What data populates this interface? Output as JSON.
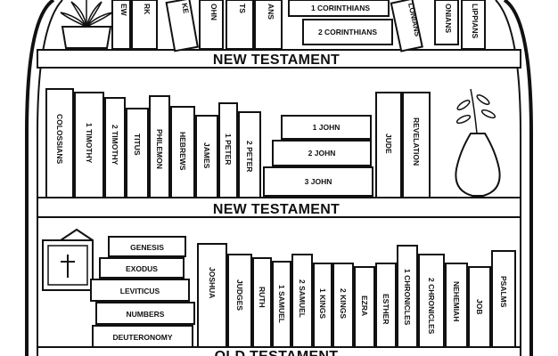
{
  "shelf_labels": {
    "top": "NEW TESTAMENT",
    "middle": "NEW TESTAMENT",
    "bottom": "OLD TESTAMENT"
  },
  "top_row_books": [
    "EW",
    "RK",
    "KE",
    "OHN",
    "TS",
    "ANS",
    "1 CORINTHIANS",
    "2 CORINTHIANS",
    "LONIANS",
    "ONIANS",
    "LIPPIANS"
  ],
  "middle_row_books": [
    "COLOSSIANS",
    "1 TIMOTHY",
    "2 TIMOTHY",
    "TITUS",
    "PHILEMON",
    "HEBREWS",
    "JAMES",
    "1 PETER",
    "2 PETER",
    "1 JOHN",
    "2 JOHN",
    "3 JOHN",
    "JUDE",
    "REVELATION"
  ],
  "bottom_row_books": [
    "GENESIS",
    "EXODUS",
    "LEVITICUS",
    "NUMBERS",
    "DEUTERONOMY",
    "JOSHUA",
    "JUDGES",
    "RUTH",
    "1 SAMUEL",
    "2 SAMUEL",
    "1 KINGS",
    "2 KINGS",
    "EZRA",
    "ESTHER",
    "1 CHRONICLES",
    "2 CHRONICLES",
    "NEHEMIAH",
    "JOB",
    "PSALMS"
  ],
  "decor": {
    "top_left": "succulent-plant-icon",
    "middle_right": "vase-with-branch-icon",
    "bottom_left": "cross-frame-icon"
  }
}
